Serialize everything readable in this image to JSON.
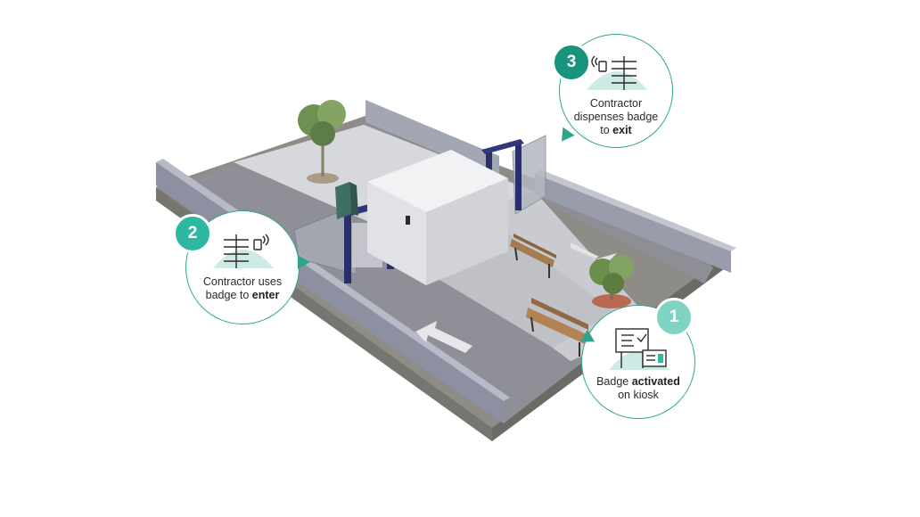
{
  "colors": {
    "accent_dark": "#17947c",
    "accent_mid": "#2eb8a0",
    "accent_light": "#7ed3c3",
    "callout_border": "#2fa58e",
    "hill": "#cdebe4"
  },
  "steps": [
    {
      "number": "1",
      "text_a": "Badge ",
      "bold": "activated",
      "text_b": "on kiosk",
      "icon": "kiosk-screen-badge-icon"
    },
    {
      "number": "2",
      "text_a": "Contractor uses",
      "text_b": "badge to ",
      "bold": "enter",
      "icon": "turnstile-badge-icon"
    },
    {
      "number": "3",
      "text_a": "Contractor",
      "text_b": "dispenses badge",
      "text_c": "to ",
      "bold": "exit",
      "icon": "turnstile-badge-icon"
    }
  ]
}
